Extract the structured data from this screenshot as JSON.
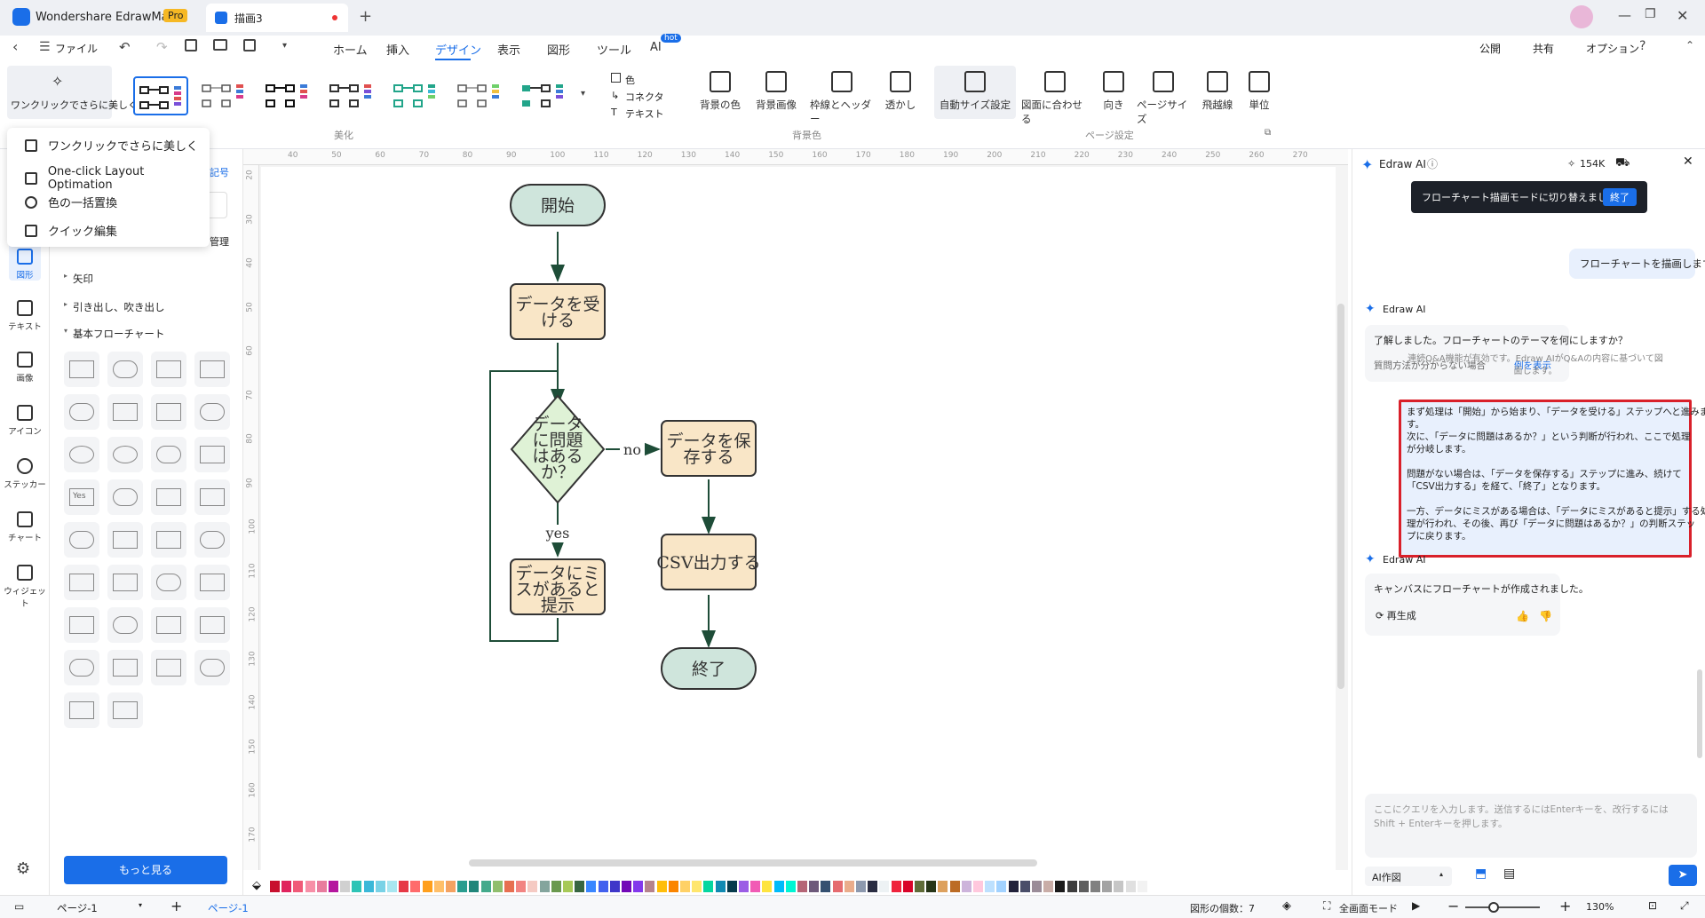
{
  "app": {
    "name": "Wondershare EdrawMax",
    "badge": "Pro",
    "doc_tab": "描画3"
  },
  "menu": {
    "file": "ファイル",
    "tabs": [
      "ホーム",
      "挿入",
      "デザイン",
      "表示",
      "図形",
      "ツール",
      "AI"
    ],
    "ai_hot": "hot",
    "active_tab": "デザイン",
    "publish": "公開",
    "share": "共有",
    "options": "オプション"
  },
  "ribbon": {
    "beautify_btn": "ワンクリックでさらに美しく",
    "group_beautify": "美化",
    "style_menu": [
      "色",
      "コネクタ",
      "テキスト"
    ],
    "bg_buttons": [
      "背景の色",
      "背景画像",
      "枠線とヘッダー",
      "透かし"
    ],
    "group_bg": "背景色",
    "page_buttons": [
      "自動サイズ設定",
      "図面に合わせる",
      "向き",
      "ページサイズ",
      "飛越線",
      "単位"
    ],
    "group_page": "ページ設定"
  },
  "dropdown": {
    "items": [
      "ワンクリックでさらに美しく",
      "One-click Layout Optimation",
      "色の一括置換",
      "クイック編集"
    ]
  },
  "leftbar": {
    "items": [
      "図形",
      "テキスト",
      "画像",
      "アイコン",
      "ステッカー",
      "チャート",
      "ウィジェット"
    ]
  },
  "shapes_panel": {
    "partial_1": "記号",
    "partial_2": "管理",
    "sections": [
      "矢印",
      "引き出し、吹き出し",
      "基本フローチャート"
    ],
    "more_button": "もっと見る",
    "yes_label": "Yes"
  },
  "ruler": {
    "top": [
      "40",
      "50",
      "60",
      "70",
      "80",
      "90",
      "100",
      "110",
      "120",
      "130",
      "140",
      "150",
      "160",
      "170",
      "180",
      "190",
      "200",
      "210",
      "220",
      "230",
      "240",
      "250",
      "260",
      "270"
    ],
    "left": [
      "20",
      "30",
      "40",
      "50",
      "60",
      "70",
      "80",
      "90",
      "100",
      "110",
      "120",
      "130",
      "140",
      "150",
      "160",
      "170"
    ]
  },
  "flowchart": {
    "start": "開始",
    "receive_l1": "データを受",
    "receive_l2": "ける",
    "decision_l1": "データ",
    "decision_l2": "に問題",
    "decision_l3": "はある",
    "decision_l4": "か？",
    "no": "no",
    "yes": "yes",
    "save_l1": "データを保",
    "save_l2": "存する",
    "error_l1": "データにミ",
    "error_l2": "スがあると",
    "error_l3": "提示",
    "csv": "CSV出力する",
    "end": "終了"
  },
  "ai": {
    "title": "Edraw AI",
    "credits": "154K",
    "mode_banner": "フローチャート描画モードに切り替えました",
    "mode_exit": "終了",
    "user_msg": "フローチャートを描画します",
    "bot_name": "Edraw AI",
    "bot_q": "了解しました。フローチャートのテーマを何にしますか？",
    "bot_hint": "質問方法が分からない場合",
    "bot_example": "例を表示",
    "qa_note_l1": "連続Q&A機能が有効です。Edraw AIがQ&Aの内容に基づいて図",
    "qa_note_l2": "面します。",
    "desc_lines": [
      "まず処理は「開始」から始まり、「データを受ける」ステップへと進みま",
      "す。",
      "次に、「データに問題はあるか？」という判断が行われ、ここで処理",
      "が分岐します。",
      "",
      "問題がない場合は、「データを保存する」ステップに進み、続けて",
      "「CSV出力する」を経て、「終了」となります。",
      "",
      "一方、データにミスがある場合は、「データにミスがあると提示」する処",
      "理が行われ、その後、再び「データに問題はあるか？」の判断ステッ",
      "プに戻ります。"
    ],
    "bot2_name": "Edraw AI",
    "bot2_msg": "キャンバスにフローチャートが作成されました。",
    "regen": "再生成",
    "input_placeholder": "ここにクエリを入力します。送信するにはEnterキーを、改行するには Shift + Enterキーを押します。",
    "mode_select": "AI作図"
  },
  "status": {
    "page_select": "ページ-1",
    "page_tab": "ページ-1",
    "shape_count": "図形の個数：7",
    "fullscreen": "全画面モード",
    "zoom": "130%"
  },
  "colors": {
    "accent": "#1a6ee8",
    "highlight_border": "#d9202a"
  }
}
